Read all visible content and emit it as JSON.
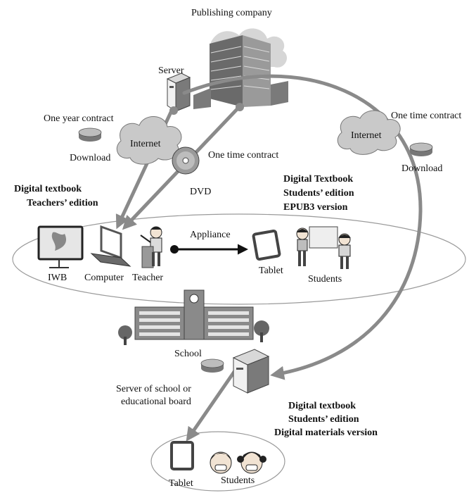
{
  "labels": {
    "publishing_company": "Publishing company",
    "server": "Server",
    "one_year_contract": "One year contract",
    "download_left": "Download",
    "internet_left": "Internet",
    "one_time_contract_dvd": "One time contract",
    "dvd": "DVD",
    "internet_right": "Internet",
    "one_time_contract_right": "One time contract",
    "download_right": "Download",
    "teachers_edition": [
      "Digital textbook",
      "Teachers’ edition"
    ],
    "students_epub": [
      "Digital Textbook",
      "Students’ edition",
      "EPUB3 version"
    ],
    "appliance": "Appliance",
    "iwb": "IWB",
    "computer": "Computer",
    "teacher": "Teacher",
    "tablet_class": "Tablet",
    "students_class": "Students",
    "school": "School",
    "school_server": [
      "Server of school or",
      "educational board"
    ],
    "students_digital": [
      "Digital textbook",
      "Students’ edition",
      "Digital materials version"
    ],
    "tablet_bottom": "Tablet",
    "students_bottom": "Students"
  },
  "colors": {
    "arrow": "#8a8a8a",
    "cloud": "#c9c9c9",
    "device": "#5a5a5a",
    "ellipse": "#9a9a9a"
  }
}
